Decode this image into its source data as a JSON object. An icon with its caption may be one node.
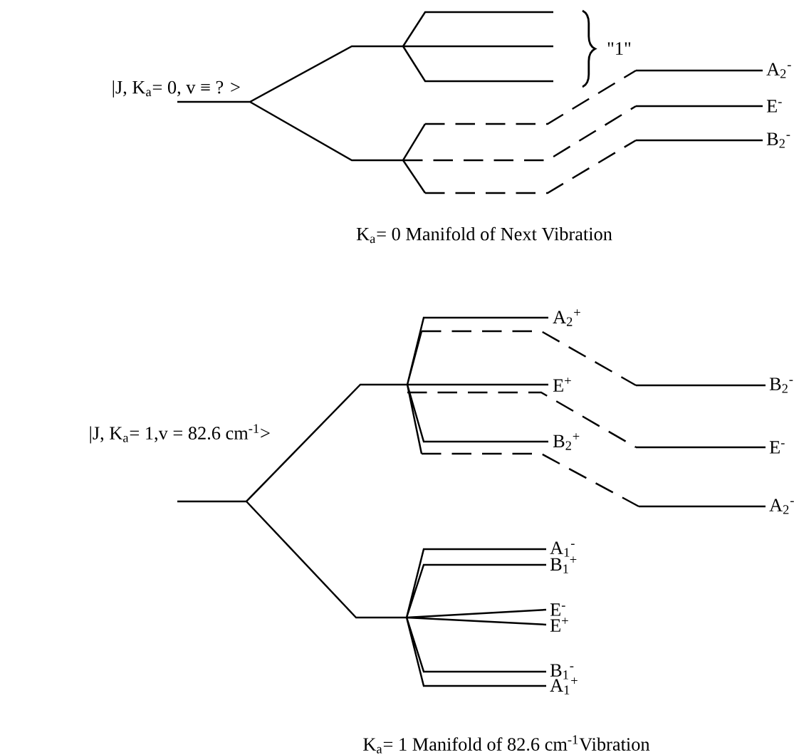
{
  "diagram": {
    "labels": [
      "\"1\"",
      "A$_{2}$$^{-}$",
      "|J, K$_{a}$= 0, v ≡ ? >",
      "E$^{-}$",
      "B$_{2}$$^{-}$",
      "K$_{a}$= 0 Manifold of Next Vibration",
      "A$_{2}$$^{+}$",
      "E$^{+}$",
      "B$_{2}$$^{-}$",
      "|J, K$_{a}$= 1,v = 82.6 cm$^{-1}$>",
      "B$_{2}$$^{+}$",
      "E$^{-}$",
      "A$_{2}$$^{-}$",
      "A$_{1}$$^{-}$",
      "B$_{1}$$^{+}$",
      "E$^{-}$",
      "E$^{+}$",
      "B$_{1}$$^{-}$",
      "A$_{1}$$^{+}$",
      "K$_{a}$= 1 Manifold of 82.6 cm$^{-1}$Vibration"
    ]
  }
}
